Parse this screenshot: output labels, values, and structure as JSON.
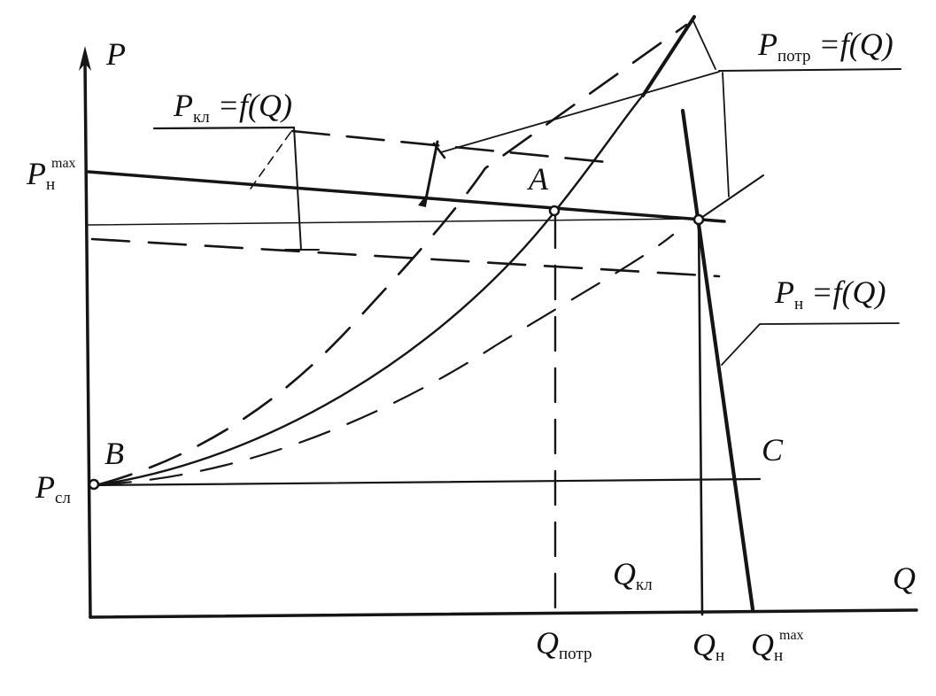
{
  "axes": {
    "y_label": "P",
    "x_label": "Q"
  },
  "curve_labels": {
    "p_kl": {
      "main": "P",
      "sub": "кл",
      "rest": " =f(Q)"
    },
    "p_potr": {
      "main": "P",
      "sub": "потр",
      "rest": " =f(Q)"
    },
    "p_n": {
      "main": "P",
      "sub": "н",
      "rest": " =f(Q)"
    }
  },
  "y_ticks": {
    "p_n_max": {
      "main": "P",
      "sub": "н",
      "sup": "max"
    },
    "p_sl": {
      "main": "P",
      "sub": "сл"
    }
  },
  "x_ticks": {
    "q_potr": {
      "main": "Q",
      "sub": "потр"
    },
    "q_n": {
      "main": "Q",
      "sub": "н"
    },
    "q_n_max": {
      "main": "Q",
      "sub": "н",
      "sup": "max"
    },
    "q_kl": {
      "main": "Q",
      "sub": "кл"
    }
  },
  "points": {
    "A": "A",
    "B": "B",
    "C": "C"
  }
}
